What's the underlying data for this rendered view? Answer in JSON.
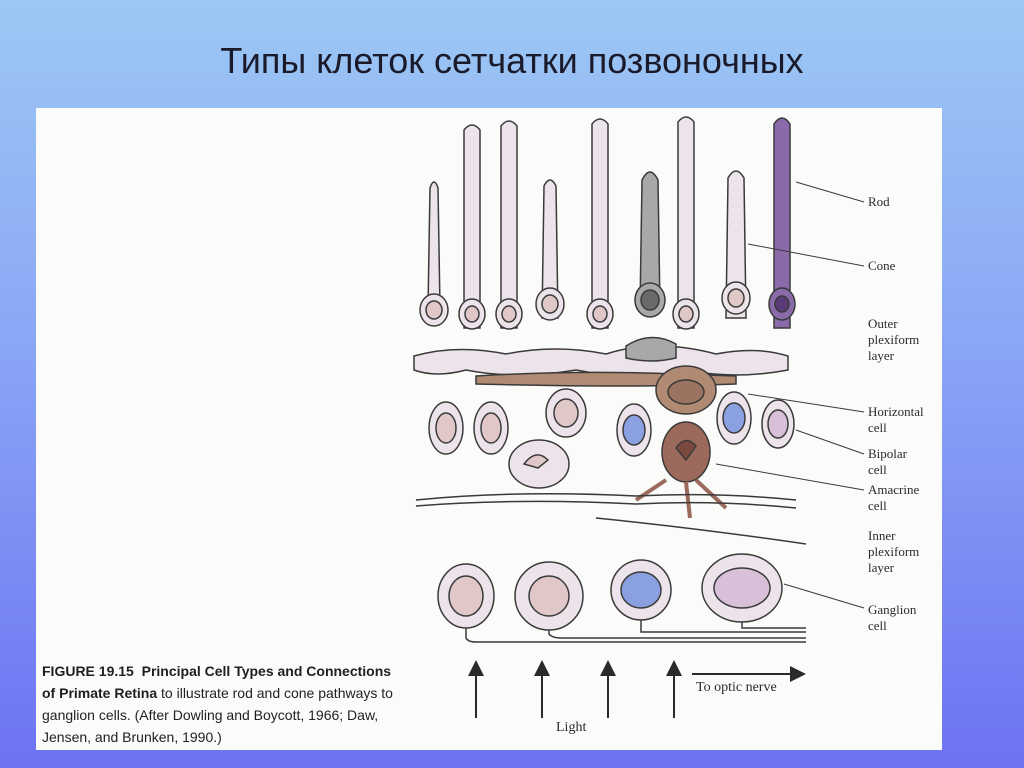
{
  "slide": {
    "title": "Типы клеток сетчатки позвоночных"
  },
  "figure": {
    "labels": {
      "rod": "Rod",
      "cone": "Cone",
      "outer_plexiform": "Outer\nplexiform\nlayer",
      "horizontal": "Horizontal\ncell",
      "bipolar": "Bipolar\ncell",
      "amacrine": "Amacrine\ncell",
      "inner_plexiform": "Inner\nplexiform\nlayer",
      "ganglion": "Ganglion\ncell"
    },
    "light_label": "Light",
    "optic_nerve_label": "To optic nerve",
    "caption": {
      "figure_number": "FIGURE 19.15",
      "heading_line1": "Principal Cell Types and Connections",
      "heading_line2": "of Primate Retina",
      "text_line1": " to illustrate rod and cone pathways to",
      "text_line2": "ganglion cells. (After Dowling and Boycott, 1966; Daw,",
      "text_line3": "Jensen, and Brunken, 1990.)"
    },
    "colors": {
      "rod_purple": "#8a6aa8",
      "cone_gray": "#9a9a9c",
      "horizontal_brown": "#b08a72",
      "amacrine_brown": "#9c6a5c",
      "bipolar_blue": "#8aa0e0",
      "cell_pink": "#e8dde4",
      "outline": "#3a3a3a"
    }
  }
}
